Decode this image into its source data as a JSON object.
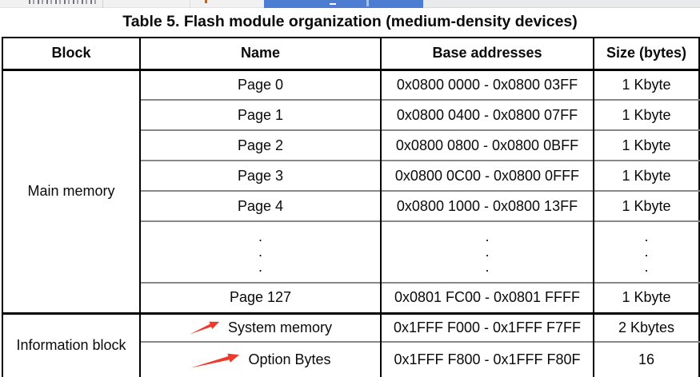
{
  "topbar": {
    "accent_blue": "#4d7dd2",
    "left_bg": "#f1f1f2",
    "right_bg": "#e9eaeb"
  },
  "title": "Table 5. Flash module organization (medium-density devices)",
  "table": {
    "headers": [
      "Block",
      "Name",
      "Base addresses",
      "Size (bytes)"
    ],
    "block_groups": [
      {
        "label": "Main memory"
      },
      {
        "label": "Information block"
      }
    ],
    "dots": [
      ".",
      ".",
      "."
    ],
    "rows": [
      {
        "name": "Page 0",
        "base": "0x0800 0000 - 0x0800 03FF",
        "size": "1 Kbyte"
      },
      {
        "name": "Page 1",
        "base": "0x0800 0400 - 0x0800 07FF",
        "size": "1 Kbyte"
      },
      {
        "name": "Page 2",
        "base": "0x0800 0800 - 0x0800 0BFF",
        "size": "1 Kbyte"
      },
      {
        "name": "Page 3",
        "base": "0x0800 0C00 - 0x0800 0FFF",
        "size": "1 Kbyte"
      },
      {
        "name": "Page 4",
        "base": "0x0800 1000 - 0x0800 13FF",
        "size": "1 Kbyte"
      },
      {
        "name": "Page 127",
        "base": "0x0801 FC00 - 0x0801 FFFF",
        "size": "1 Kbyte"
      },
      {
        "name": "System memory",
        "base": "0x1FFF F000 - 0x1FFF F7FF",
        "size": "2 Kbytes"
      },
      {
        "name": "Option Bytes",
        "base": "0x1FFF F800 - 0x1FFF F80F",
        "size": "16"
      }
    ],
    "annotation_color": "#ee392c"
  }
}
